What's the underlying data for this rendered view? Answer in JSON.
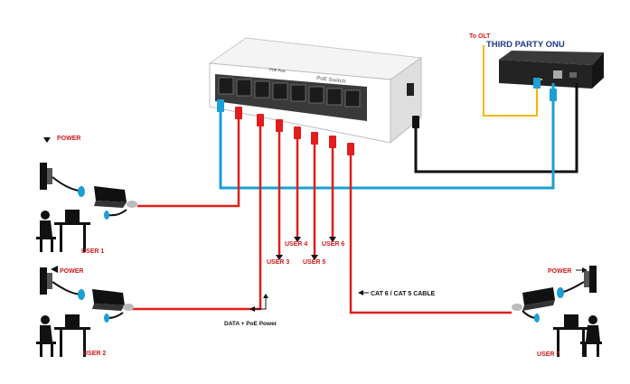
{
  "labels": {
    "to_olt": "To OLT",
    "third_party_onu": "THIRD PARTY ONU",
    "power_top": "POWER",
    "power_left": "POWER",
    "power_right": "POWER",
    "user_1": "USER 1",
    "user_2": "USER 2",
    "user_3": "USER 3",
    "user_4": "USER 4",
    "user_5": "USER 5",
    "user_6": "USER 6",
    "user_7": "USER 7",
    "cable_label": "CAT 6 / CAT 5 CABLE",
    "data_poe_label": "DATA + PoE Power",
    "switch_brand": "PoE Switch",
    "poe_port_label": "POE Port"
  },
  "colors": {
    "uplink_cable": "#1a9fd6",
    "poe_cable": "#e11d1d",
    "power_cable": "#111111",
    "olt_fiber": "#f2b705",
    "label_red": "#d11a1a"
  },
  "icons": [
    "wall-socket-icon",
    "poe-injector-icon",
    "user-at-computer-icon",
    "rj45-plug-icon",
    "onu-device-icon",
    "poe-switch-icon"
  ]
}
